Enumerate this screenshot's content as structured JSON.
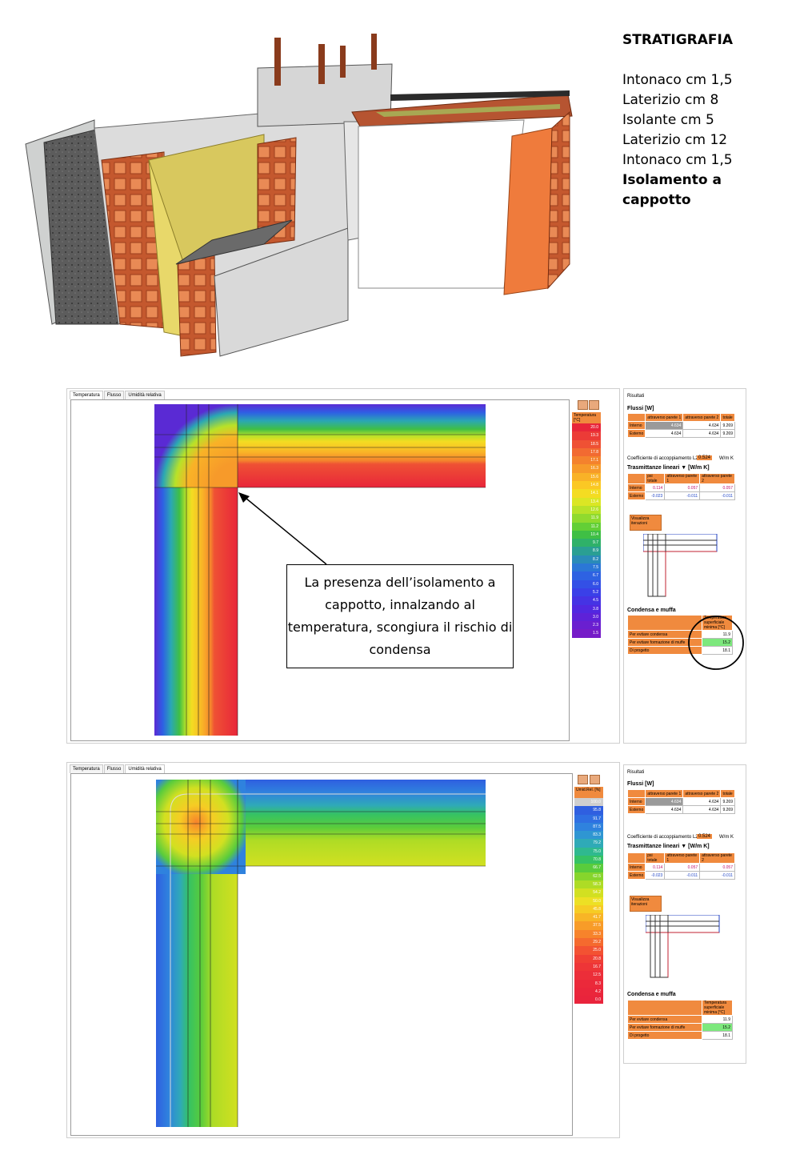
{
  "stratigrafia": {
    "title": "STRATIGRAFIA",
    "layers": [
      "Intonaco cm 1,5",
      "Laterizio cm 8",
      "Isolante cm 5",
      "Laterizio cm 12",
      "Intonaco cm 1,5"
    ],
    "highlight": "Isolamento a cappotto"
  },
  "callout": "La presenza dell’isolamento a cappotto, innalzando al temperatura,  scongiura il rischio di condensa",
  "panel1": {
    "tabs": [
      "Temperatura",
      "Flusso",
      "Umidità relativa"
    ],
    "active_tab": "Temperatura",
    "legend_header": "Temperatura [°C]",
    "legend_values": [
      "20.0",
      "19.3",
      "18.5",
      "17.8",
      "17.1",
      "16.3",
      "15.6",
      "14.8",
      "14.1",
      "13.4",
      "12.6",
      "11.9",
      "11.2",
      "10.4",
      "9.7",
      "8.9",
      "8.2",
      "7.5",
      "6.7",
      "6.0",
      "5.2",
      "4.5",
      "3.8",
      "3.0",
      "2.3",
      "1.5"
    ],
    "legend_colors": [
      "#e8263a",
      "#ec3b37",
      "#ef5134",
      "#f26a31",
      "#f4822d",
      "#f79a2a",
      "#f9b227",
      "#fbc824",
      "#f4dc22",
      "#dbe624",
      "#b8e228",
      "#90da2e",
      "#63cf36",
      "#3fbf45",
      "#2fb169",
      "#2a9f93",
      "#2a8bb8",
      "#2b77d6",
      "#2e62e2",
      "#3350e6",
      "#3a40e8",
      "#4533e4",
      "#5128e0",
      "#5e22d8",
      "#6a1fd0",
      "#761cc8"
    ]
  },
  "panel2": {
    "tabs": [
      "Temperatura",
      "Flusso",
      "Umidità relativa"
    ],
    "active_tab": "Umidità relativa",
    "legend_header": "Umid.Rel. [%]",
    "legend_values": [
      "100.0",
      "95.8",
      "91.7",
      "87.5",
      "83.3",
      "79.2",
      "75.0",
      "70.8",
      "66.7",
      "62.5",
      "58.3",
      "54.2",
      "50.0",
      "45.8",
      "41.7",
      "37.5",
      "33.3",
      "29.2",
      "25.0",
      "20.8",
      "16.7",
      "12.5",
      "8.3",
      "4.2",
      "0.0"
    ],
    "legend_colors": [
      "#cfcfcf",
      "#2f5fe0",
      "#2f6fe2",
      "#2f82de",
      "#2f96d2",
      "#2faab7",
      "#2fb98f",
      "#35c264",
      "#59cc3c",
      "#86d52c",
      "#aedc25",
      "#d2e021",
      "#ede024",
      "#f6cc24",
      "#f8b526",
      "#f89c28",
      "#f7832b",
      "#f56a2e",
      "#f35232",
      "#f03f34",
      "#ee3537",
      "#ec2e39",
      "#eb293a",
      "#ea263b",
      "#e9243c"
    ]
  },
  "results": {
    "title": "Risultati",
    "flussi_title": "Flussi [W]",
    "flussi_headers": [
      "attraverso parete 1",
      "attraverso parete 2",
      "totale"
    ],
    "flussi_rows": [
      {
        "label": "Interno",
        "v1": "4.634",
        "v2": "4.634",
        "v3": "9.269"
      },
      {
        "label": "Esterno",
        "v1": "4.634",
        "v2": "4.634",
        "v3": "9.269"
      }
    ],
    "coeff_label": "Coefficiente di accoppiamento L2d",
    "coeff_value": "0.524",
    "coeff_unit": "W/m K",
    "trasm_title": "Trasmittanze lineari  ▼ [W/m K]",
    "trasm_headers": [
      "psi totale",
      "attraverso parete 1",
      "attraverso parete 2"
    ],
    "trasm_rows": [
      {
        "label": "Interno",
        "v1": "0.114",
        "v2": "0.057",
        "v3": "0.057"
      },
      {
        "label": "Esterno",
        "v1": "-0.023",
        "v2": "-0.011",
        "v3": "-0.011"
      }
    ],
    "visualizza_label": "Visualizza iterazioni",
    "condensa_title": "Condensa e muffa",
    "condensa_header": "Temperatura superficiale minima [°C]",
    "condensa_rows": [
      {
        "label": "Per evitare condensa",
        "v": "11.9"
      },
      {
        "label": "Per evitare formazione di muffe",
        "v": "15.2"
      },
      {
        "label": "Di progetto",
        "v": "18.1"
      }
    ]
  }
}
